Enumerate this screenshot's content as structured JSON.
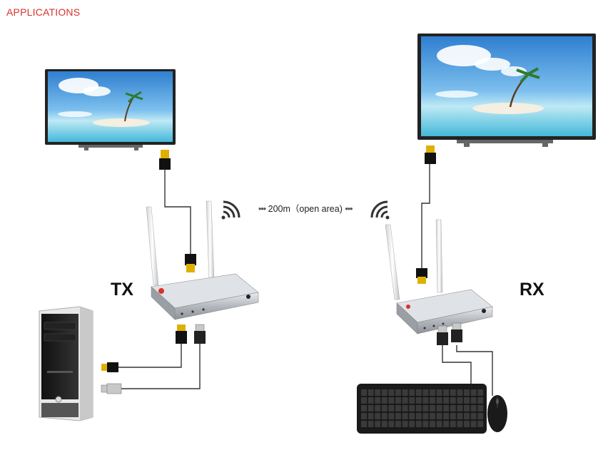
{
  "header": {
    "title": "APPLICATIONS",
    "title_color": "#d9312b"
  },
  "labels": {
    "tx": "TX",
    "rx": "RX",
    "range": "200m（open area)",
    "range_dots_left": "•••",
    "range_dots_right": "•••"
  },
  "colors": {
    "device_silver": "#b8bcc2",
    "cable": "#333333",
    "sky": "#3f8fd6",
    "sea": "#6fd1e6",
    "brand_red": "#d9312b"
  },
  "icons": [
    "wifi-signal-icon",
    "hdmi-connector-icon",
    "usb-connector-icon",
    "antenna-icon"
  ]
}
